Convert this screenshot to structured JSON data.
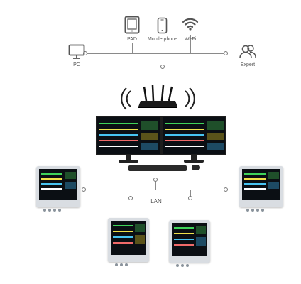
{
  "devices": {
    "pad_label": "PAD",
    "mobile_label": "Mobile phone",
    "wifi_label": "Wi-Fi",
    "pc_label": "PC",
    "expert_label": "Expert"
  },
  "network": {
    "lan_label": "LAN"
  },
  "colors": {
    "line": "#8a8a8a",
    "icon": "#555555",
    "screen": "#0b0f14"
  }
}
